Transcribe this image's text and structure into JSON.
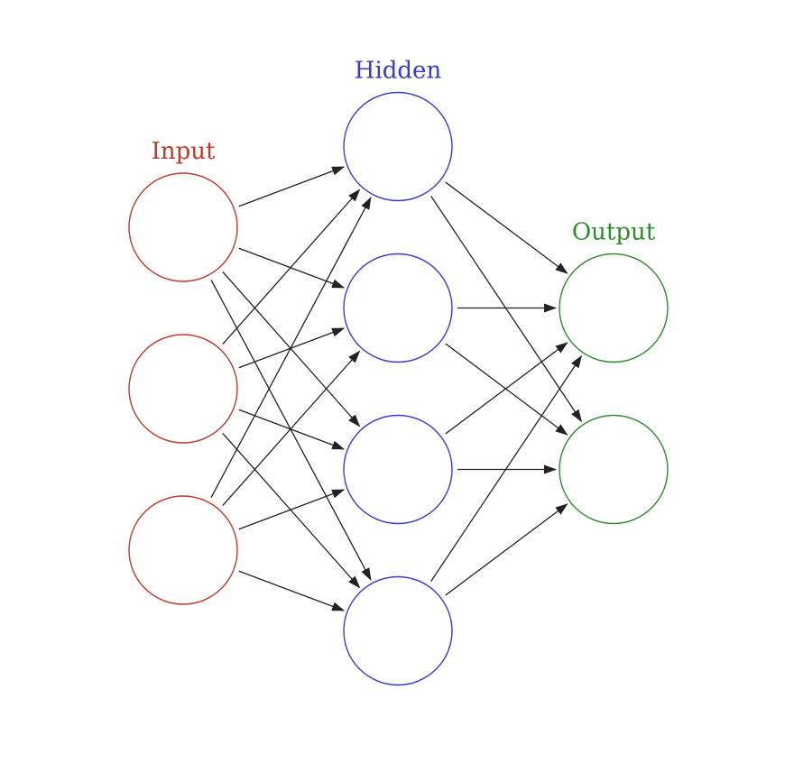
{
  "title": "Neural network diagram",
  "layers": [
    {
      "label": "Input",
      "color": "#c0392b",
      "count": 3
    },
    {
      "label": "Hidden",
      "color": "#3a3acc",
      "count": 4
    },
    {
      "label": "Output",
      "color": "#2e8b2e",
      "count": 2
    }
  ],
  "edge_color": "#222222",
  "connectivity": "fully-connected"
}
